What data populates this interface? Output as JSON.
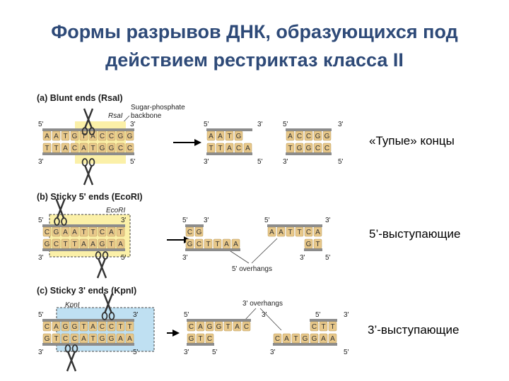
{
  "title": {
    "line1": "Формы разрывов ДНК, образующихся под",
    "line2": "действием рестриктаз класса II"
  },
  "colors": {
    "title": "#2e4a78",
    "backbone": "#8c8c8c",
    "base": "#e8c88a",
    "yellow_highlight": "#fbf0a8",
    "blue_highlight": "#bfe0f2"
  },
  "sections": {
    "a": {
      "title": "(a) Blunt ends (RsaI)",
      "enzyme": "RsaI",
      "backbone_label_1": "Sugar-phosphate",
      "backbone_label_2": "backbone",
      "caption": "«Тупые» концы",
      "original": {
        "top": [
          "A",
          "A",
          "T",
          "G",
          "T",
          "A",
          "C",
          "C",
          "G",
          "G"
        ],
        "bottom": [
          "T",
          "T",
          "A",
          "C",
          "A",
          "T",
          "G",
          "G",
          "C",
          "C"
        ]
      },
      "left": {
        "top": [
          "A",
          "A",
          "T",
          "G"
        ],
        "bottom": [
          "T",
          "T",
          "A",
          "C",
          "A"
        ]
      },
      "right": {
        "top": [
          "A",
          "C",
          "C",
          "G",
          "G"
        ],
        "bottom": [
          "T",
          "G",
          "G",
          "C",
          "C"
        ]
      },
      "ends": {
        "p5": "5'",
        "p3": "3'"
      }
    },
    "b": {
      "title": "(b) Sticky 5' ends (EcoRI)",
      "enzyme": "EcoRI",
      "caption": "5’-выступающие",
      "overhang_label": "5' overhangs",
      "original": {
        "top": [
          "C",
          "G",
          "A",
          "A",
          "T",
          "T",
          "C",
          "A",
          "T"
        ],
        "bottom": [
          "G",
          "C",
          "T",
          "T",
          "A",
          "A",
          "G",
          "T",
          "A"
        ]
      },
      "left": {
        "top": [
          "C",
          "G"
        ],
        "bottom": [
          "G",
          "C",
          "T",
          "T",
          "A",
          "A"
        ]
      },
      "right": {
        "top": [
          "A",
          "A",
          "T",
          "T",
          "C",
          "A"
        ],
        "bottom": [
          "G",
          "T"
        ]
      }
    },
    "c": {
      "title": "(c) Sticky 3' ends (KpnI)",
      "enzyme": "KpnI",
      "caption": "3’-выступающие",
      "overhang_label": "3' overhangs",
      "original": {
        "top": [
          "C",
          "A",
          "G",
          "G",
          "T",
          "A",
          "C",
          "C",
          "T",
          "T"
        ],
        "bottom": [
          "G",
          "T",
          "C",
          "C",
          "A",
          "T",
          "G",
          "G",
          "A",
          "A"
        ]
      },
      "left": {
        "top": [
          "C",
          "A",
          "G",
          "G",
          "T",
          "A",
          "C"
        ],
        "bottom": [
          "G",
          "T",
          "C"
        ]
      },
      "right": {
        "top": [
          "C",
          "T",
          "T"
        ],
        "bottom": [
          "C",
          "A",
          "T",
          "G",
          "G",
          "A",
          "A"
        ]
      }
    }
  }
}
